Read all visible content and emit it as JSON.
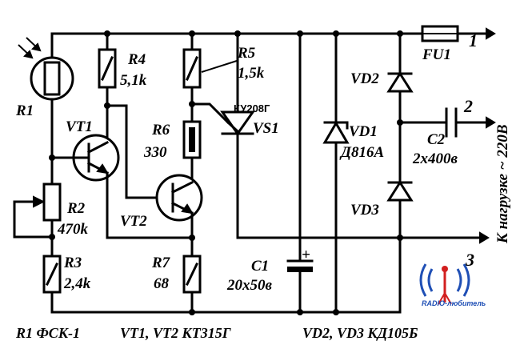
{
  "components": {
    "r1": {
      "ref": "R1"
    },
    "r2": {
      "ref": "R2",
      "value": "470k"
    },
    "r3": {
      "ref": "R3",
      "value": "2,4k"
    },
    "r4": {
      "ref": "R4",
      "value": "5,1k"
    },
    "r5": {
      "ref": "R5",
      "value": "1,5k"
    },
    "r6": {
      "ref": "R6",
      "value": "330"
    },
    "r7": {
      "ref": "R7",
      "value": "68"
    },
    "vt1": {
      "ref": "VT1"
    },
    "vt2": {
      "ref": "VT2"
    },
    "vs1": {
      "ref": "VS1",
      "part": "КУ208Г"
    },
    "vd1": {
      "ref": "VD1",
      "part": "Д816А"
    },
    "vd2": {
      "ref": "VD2"
    },
    "vd3": {
      "ref": "VD3"
    },
    "c1": {
      "ref": "C1",
      "value": "20х50в",
      "polarity": "+"
    },
    "c2": {
      "ref": "C2",
      "value": "2х400в"
    },
    "fu1": {
      "ref": "FU1"
    }
  },
  "terminals": {
    "t1": "1",
    "t2": "2",
    "t3": "3"
  },
  "side_label": "К нагрузке ~ 220В",
  "footer": {
    "r1_type": "R1 ФСК-1",
    "transistors": "VT1, VT2 КТ315Г",
    "diodes": "VD2, VD3 КД105Б"
  },
  "logo": {
    "text": "RADIO-любитель"
  },
  "colors": {
    "ink": "#000000",
    "logo_blue": "#1f4fb5",
    "logo_red": "#d21f1f"
  }
}
